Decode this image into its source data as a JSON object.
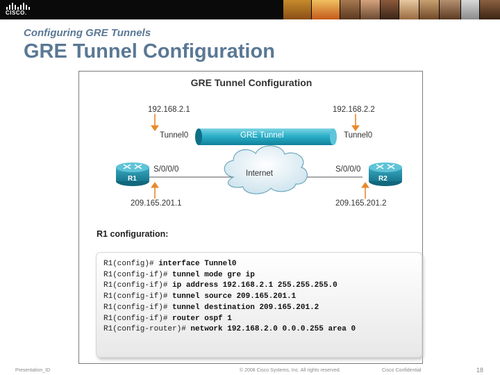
{
  "header": {
    "logo_text": "CISCO.",
    "subtitle": "Configuring GRE Tunnels",
    "title": "GRE Tunnel Configuration"
  },
  "figure": {
    "title": "GRE Tunnel Configuration",
    "tunnel_label": "GRE Tunnel",
    "internet_label": "Internet",
    "left": {
      "tunnel_ip": "192.168.2.1",
      "tunnel_if": "Tunnel0",
      "serial_if": "S/0/0/0",
      "router": "R1",
      "public_ip": "209.165.201.1"
    },
    "right": {
      "tunnel_ip": "192.168.2.2",
      "tunnel_if": "Tunnel0",
      "serial_if": "S/0/0/0",
      "router": "R2",
      "public_ip": "209.165.201.2"
    },
    "config_heading": "R1 configuration:",
    "config_lines": [
      {
        "prompt": "R1(config)# ",
        "command": "interface Tunnel0"
      },
      {
        "prompt": "R1(config-if)# ",
        "command": "tunnel mode gre ip"
      },
      {
        "prompt": "R1(config-if)# ",
        "command": "ip address 192.168.2.1 255.255.255.0"
      },
      {
        "prompt": "R1(config-if)# ",
        "command": "tunnel source 209.165.201.1"
      },
      {
        "prompt": "R1(config-if)# ",
        "command": "tunnel destination 209.165.201.2"
      },
      {
        "prompt": "R1(config-if)# ",
        "command": "router ospf 1"
      },
      {
        "prompt": "R1(config-router)# ",
        "command": "network 192.168.2.0 0.0.0.255 area 0"
      }
    ]
  },
  "footer": {
    "presentation": "Presentation_ID",
    "copyright": "© 2008 Cisco Systems, Inc. All rights reserved.",
    "confidential": "Cisco Confidential",
    "page": "18"
  },
  "colors": {
    "title": "#5a7895",
    "router": "#1f8fa6",
    "tunnel": "#2bb0c9",
    "arrow": "#e8892c"
  }
}
